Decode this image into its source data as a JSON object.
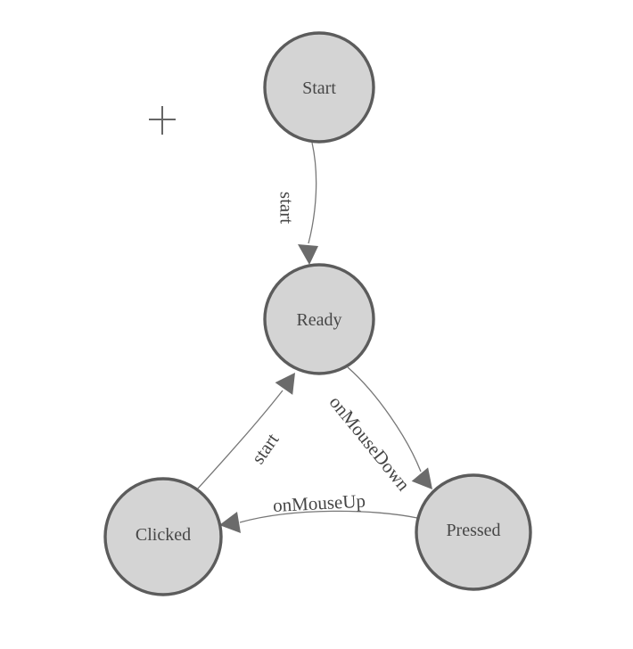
{
  "diagram": {
    "type": "finite-state-machine",
    "background_color": "#ffffff",
    "node_fill_color": "#d4d4d4",
    "node_stroke_color": "#5c5c5c",
    "edge_color": "#777777",
    "arrow_color": "#6b6b6b",
    "label_color": "#474747",
    "origin_marker_glyph": "+",
    "nodes": [
      {
        "id": "start",
        "label": "Start"
      },
      {
        "id": "ready",
        "label": "Ready"
      },
      {
        "id": "clicked",
        "label": "Clicked"
      },
      {
        "id": "pressed",
        "label": "Pressed"
      }
    ],
    "edges": [
      {
        "from": "start",
        "to": "ready",
        "label": "start"
      },
      {
        "from": "ready",
        "to": "pressed",
        "label": "onMouseDown"
      },
      {
        "from": "pressed",
        "to": "clicked",
        "label": "onMouseUp"
      },
      {
        "from": "clicked",
        "to": "ready",
        "label": "start"
      }
    ]
  }
}
